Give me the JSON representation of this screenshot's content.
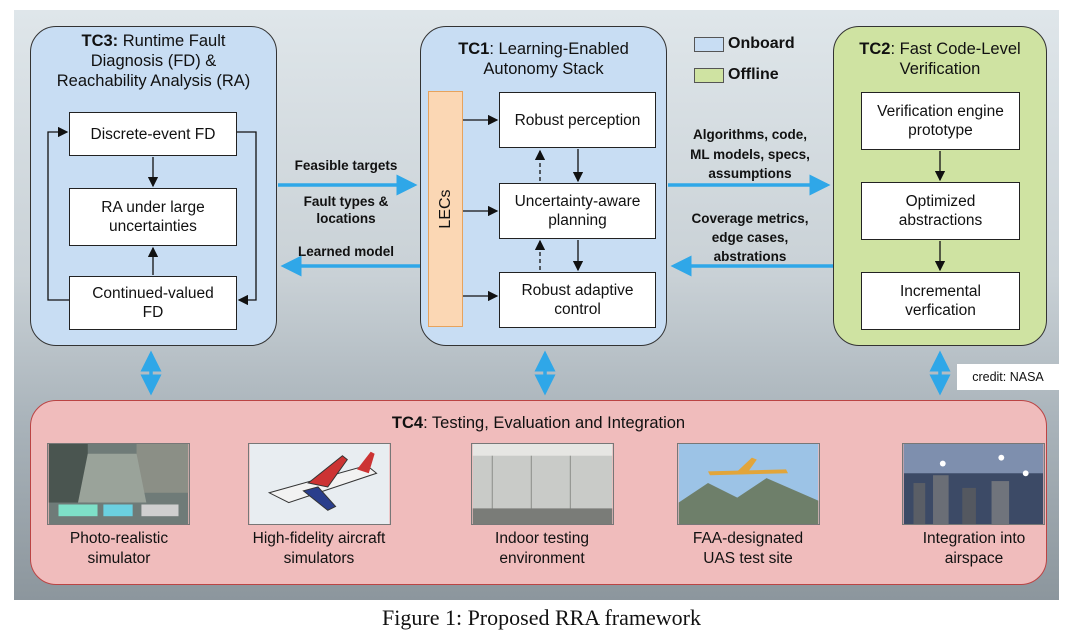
{
  "tc3": {
    "tag": "TC3:",
    "title_rest": "Runtime Fault",
    "line2": "Diagnosis (FD) &",
    "line3": "Reachability Analysis (RA)",
    "boxes": [
      "Discrete-event FD",
      "RA under large uncertainties",
      "Continued-valued FD"
    ]
  },
  "tc1": {
    "tag": "TC1",
    "title_rest": ": Learning-Enabled",
    "line2": "Autonomy Stack",
    "lecs": "LECs",
    "boxes": [
      "Robust perception",
      "Uncertainty-aware planning",
      "Robust adaptive control"
    ]
  },
  "tc2": {
    "tag": "TC2",
    "title_rest": ": Fast Code-Level",
    "line2": "Verification",
    "boxes": [
      "Verification engine prototype",
      "Optimized abstractions",
      "Incremental verfication"
    ]
  },
  "legend": {
    "onboard": "Onboard",
    "offline": "Offline",
    "onboard_color": "#c8ddf3",
    "offline_color": "#cfe3a2"
  },
  "links": {
    "feasible": "Feasible targets",
    "fault1": "Fault types &",
    "fault2": "locations",
    "learned": "Learned model",
    "alg1": "Algorithms, code,",
    "alg2": "ML models, specs,",
    "alg3": "assumptions",
    "cov1": "Coverage metrics,",
    "cov2": "edge cases,",
    "cov3": "abstrations"
  },
  "credit": "credit: NASA",
  "tc4": {
    "tag": "TC4",
    "title_rest": ": Testing, Evaluation and Integration",
    "items": [
      {
        "l1": "Photo-realistic",
        "l2": "simulator"
      },
      {
        "l1": "High-fidelity aircraft",
        "l2": "simulators"
      },
      {
        "l1": "Indoor testing",
        "l2": "environment"
      },
      {
        "l1": "FAA-designated",
        "l2": "UAS test site"
      },
      {
        "l1": "Integration into",
        "l2": "airspace"
      }
    ]
  },
  "caption": "Figure 1: Proposed RRA framework",
  "arrow_color": "#2fa7e8"
}
